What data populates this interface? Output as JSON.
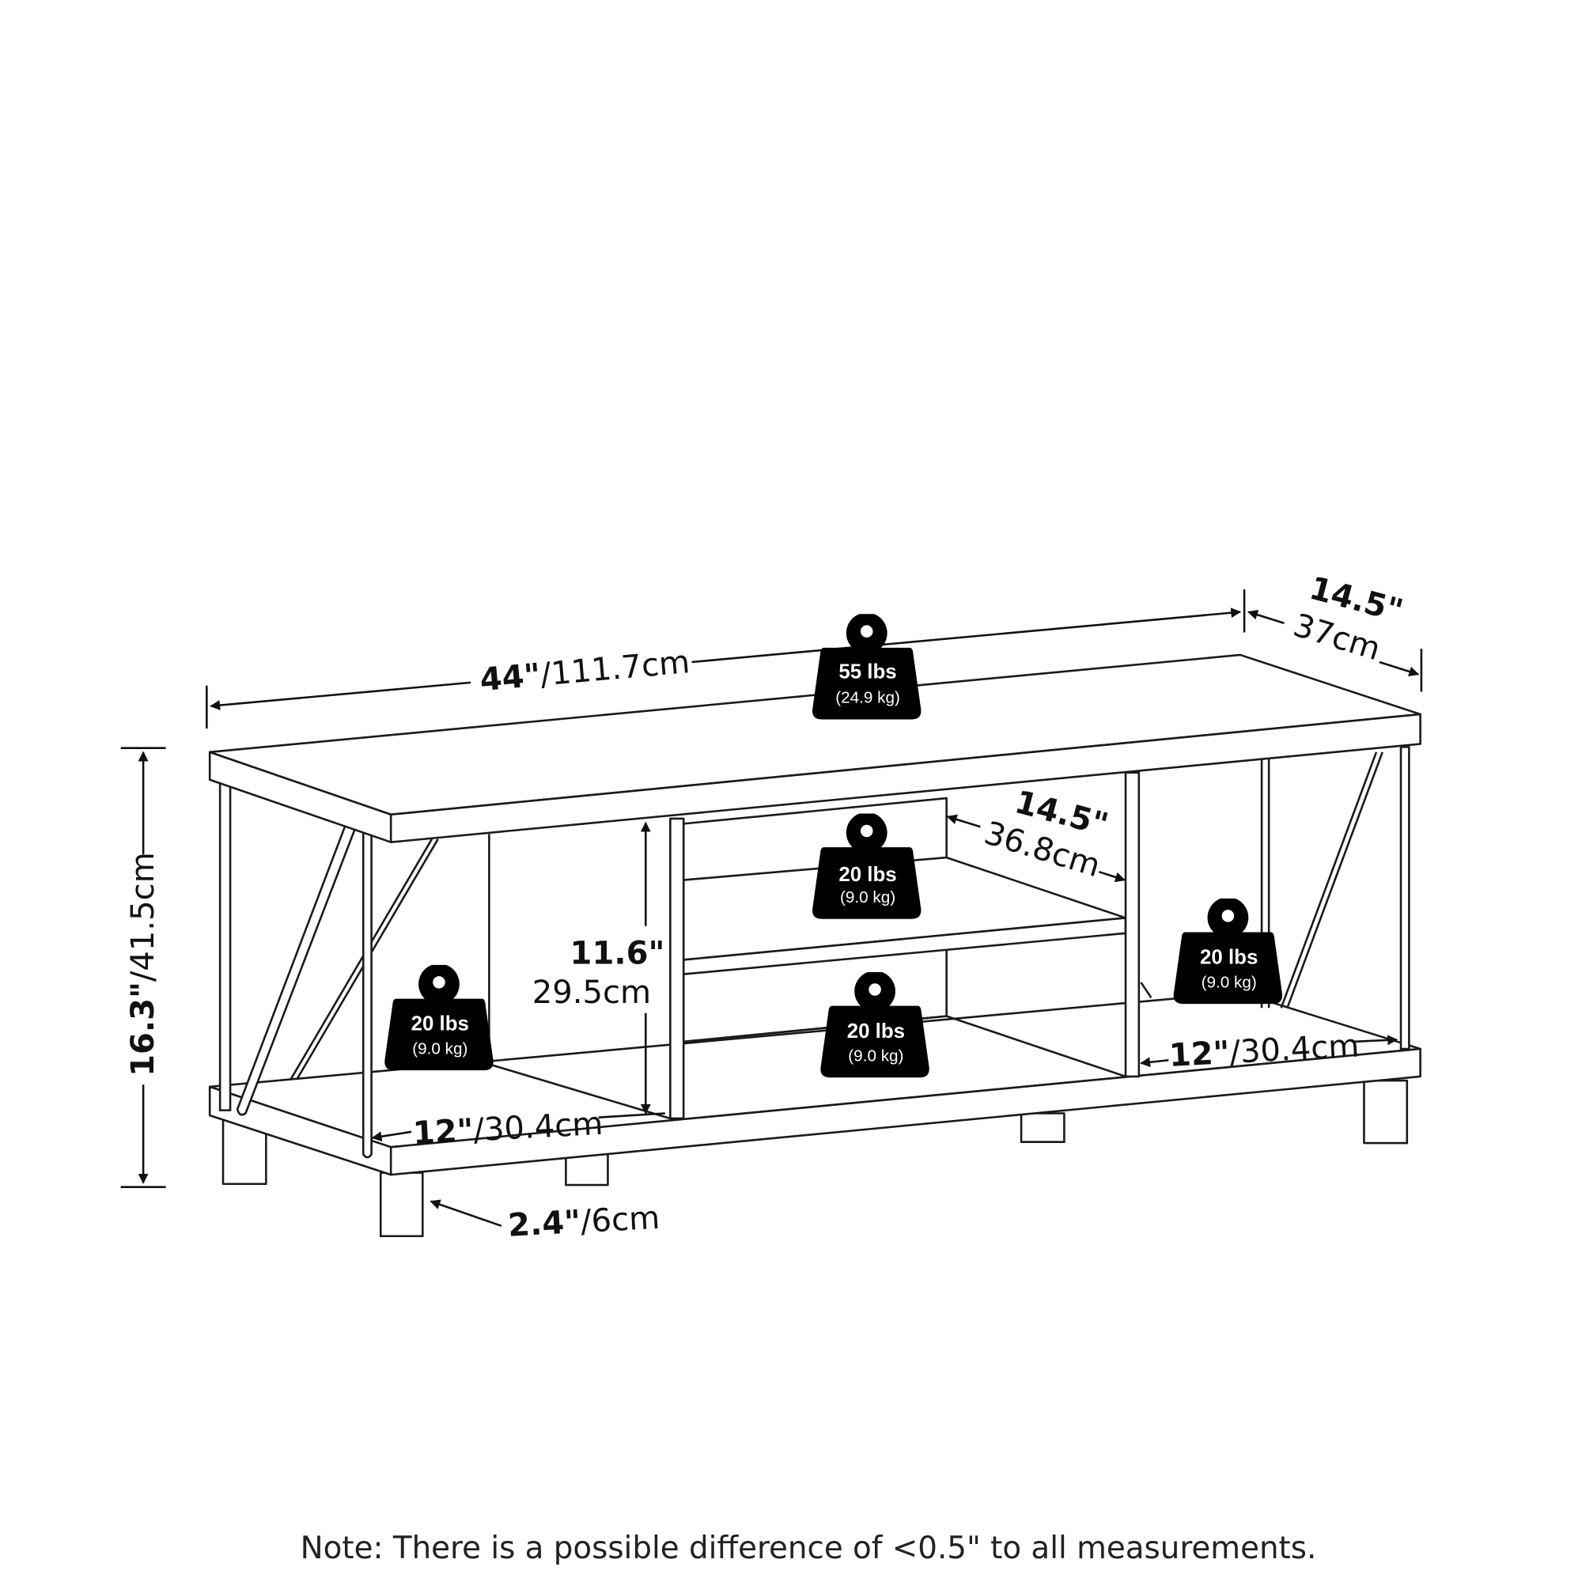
{
  "dimensions": {
    "width": {
      "bold": "44\"",
      "rest": "/111.7cm"
    },
    "depth": {
      "bold": "14.5\"",
      "rest": "37cm"
    },
    "height": {
      "bold": "16.3\"",
      "rest": "/41.5cm"
    },
    "inner_depth": {
      "bold": "14.5\"",
      "rest": "36.8cm"
    },
    "shelf_height": {
      "bold": "11.6\"",
      "rest": "29.5cm"
    },
    "left_width": {
      "bold": "12\"",
      "rest": "/30.4cm"
    },
    "right_width": {
      "bold": "12\"",
      "rest": "/30.4cm"
    },
    "leg_height": {
      "bold": "2.4\"",
      "rest": "/6cm"
    }
  },
  "weights": [
    {
      "lbs": "55 lbs",
      "kg": "(24.9 kg)"
    },
    {
      "lbs": "20 lbs",
      "kg": "(9.0 kg)"
    },
    {
      "lbs": "20 lbs",
      "kg": "(9.0 kg)"
    },
    {
      "lbs": "20 lbs",
      "kg": "(9.0 kg)"
    },
    {
      "lbs": "20 lbs",
      "kg": "(9.0 kg)"
    }
  ],
  "note": "Note: There is a possible difference of <0.5\" to all measurements."
}
